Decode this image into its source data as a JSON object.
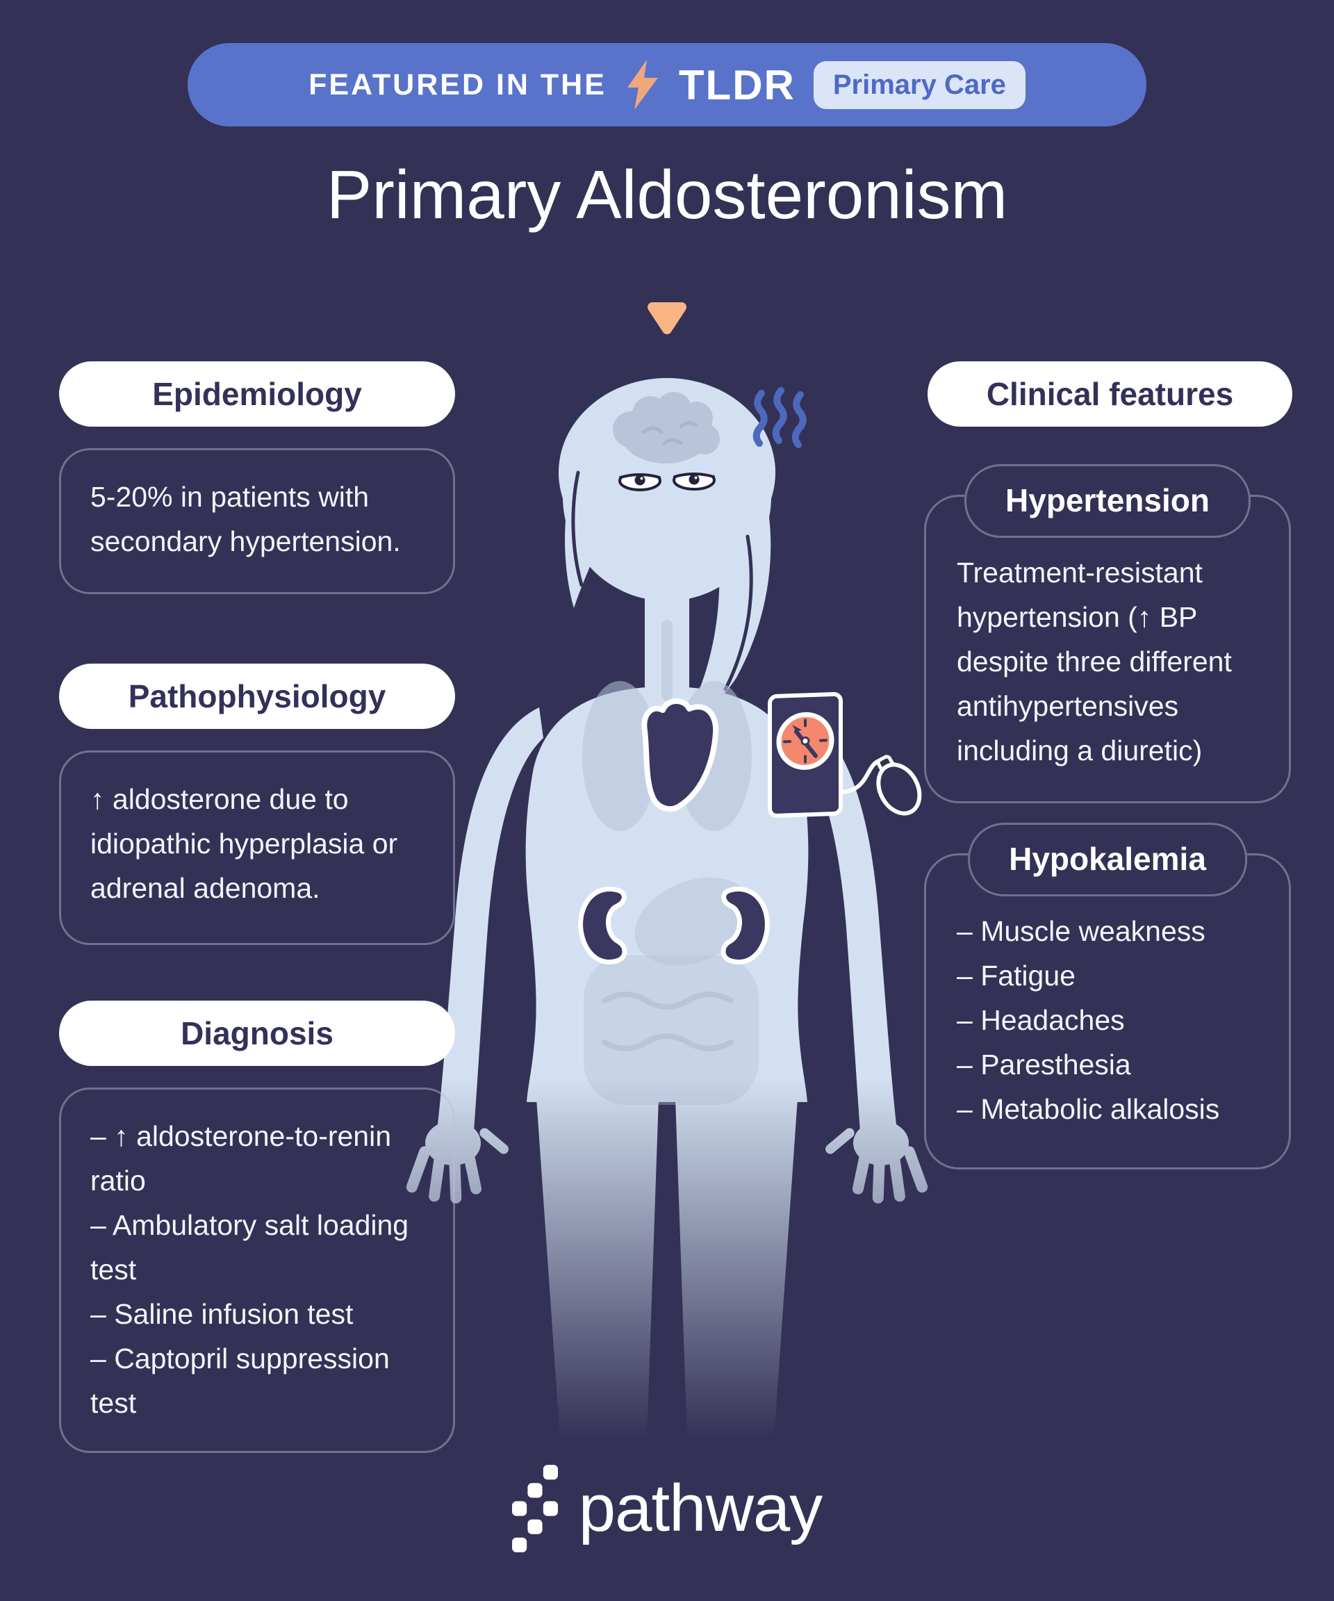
{
  "banner": {
    "featured": "FEATURED IN THE",
    "brand": "TLDR",
    "badge": "Primary Care"
  },
  "title": "Primary Aldosteronism",
  "sections": {
    "epidemiology": {
      "heading": "Epidemiology",
      "body": "5-20% in patients with secondary hypertension."
    },
    "pathophysiology": {
      "heading": "Pathophysiology",
      "body": "↑ aldosterone due to idiopathic hyperplasia or adrenal adenoma."
    },
    "diagnosis": {
      "heading": "Diagnosis",
      "items": [
        "– ↑ aldosterone-to-renin ratio",
        "– Ambulatory salt loading test",
        "– Saline infusion test",
        "– Captopril suppression test"
      ]
    },
    "clinical": {
      "heading": "Clinical features",
      "hypertension": {
        "label": "Hypertension",
        "body": "Treatment-resistant hypertension (↑ BP despite three different antihypertensives including a diuretic)"
      },
      "hypokalemia": {
        "label": "Hypokalemia",
        "items": [
          "– Muscle weakness",
          "– Fatigue",
          "– Headaches",
          "– Paresthesia",
          "– Metabolic alkalosis"
        ]
      }
    }
  },
  "footer": {
    "logo": "pathway"
  },
  "icons": {
    "lightning_bolt_icon": "⚡",
    "triangle_down_icon": "▼",
    "logo_dots_icon": "stepping-dots"
  },
  "colors": {
    "background": "#343156",
    "banner_blue": "#5873C9",
    "badge_bg": "#DCE4F8",
    "badge_text": "#4D6AC5",
    "heading_text": "#33315A",
    "accent_peach": "#F0A77E",
    "triangle_peach": "#F9B583",
    "card_border": "#8B88AB",
    "text_white": "#F4F5FB",
    "body_fill": "#D3E0F1",
    "organ_gray": "#B7C2D8",
    "organ_navy": "#3A3860",
    "gauge_coral": "#F5876D",
    "squiggle_blue": "#4C69BE"
  }
}
